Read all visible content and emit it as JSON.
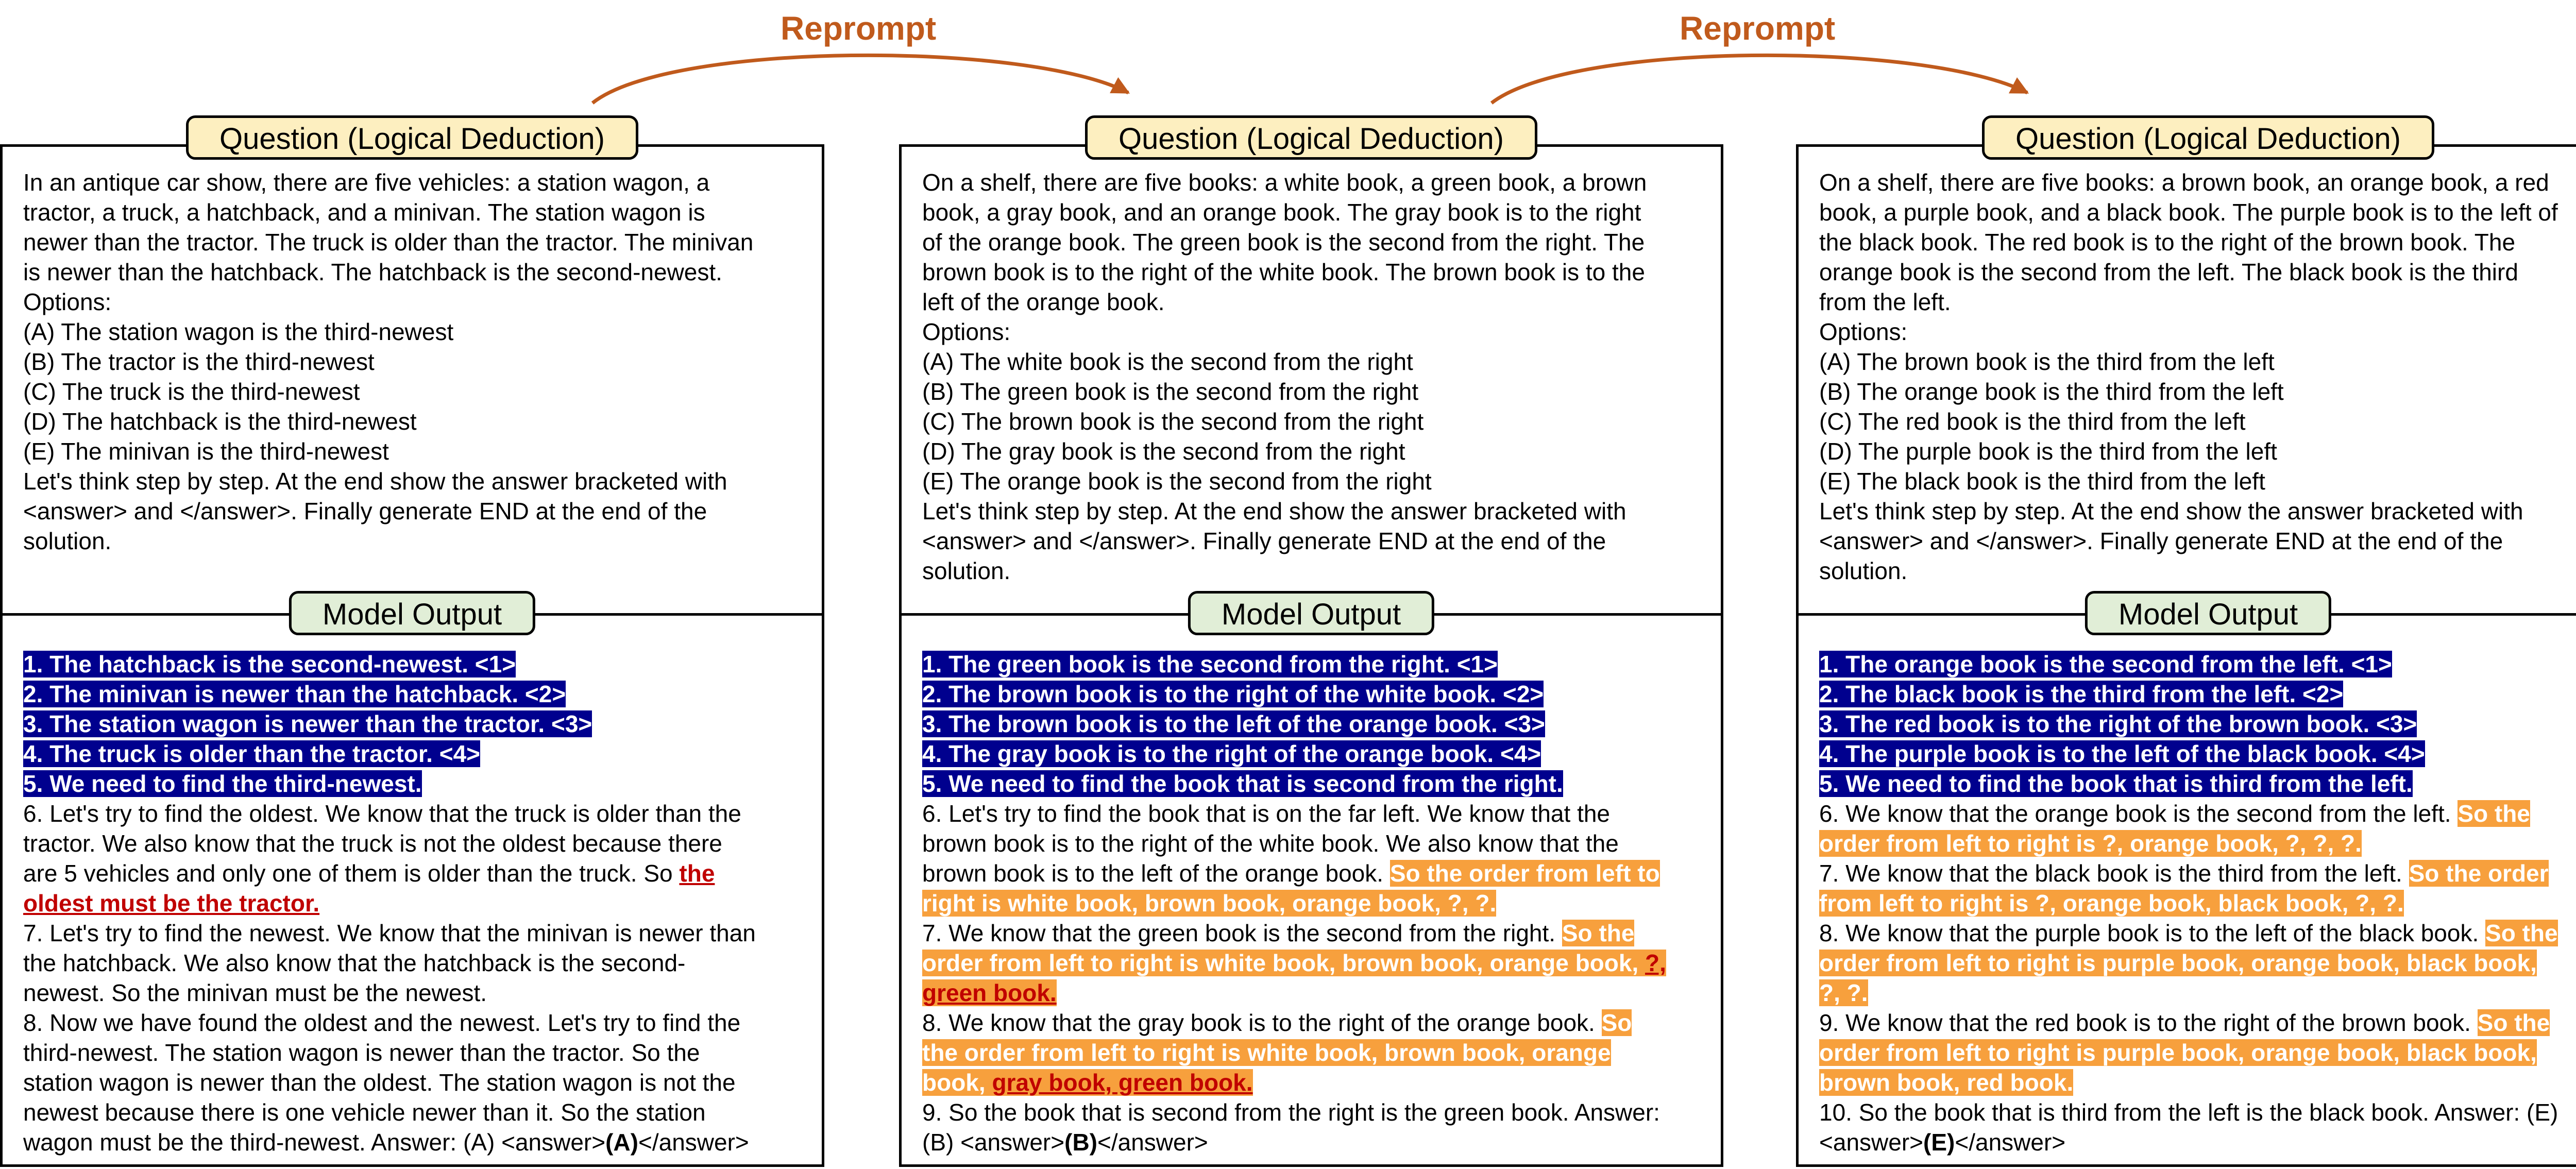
{
  "reprompt_labels": [
    "Reprompt",
    "Reprompt"
  ],
  "panels": [
    {
      "question_label": "Question (Logical Deduction)",
      "output_label": "Model Output",
      "question_lines": [
        "In an antique car show, there are five vehicles: a station wagon, a",
        "tractor, a truck, a hatchback, and a minivan. The station wagon is",
        "newer than the tractor. The truck is older than the tractor. The minivan",
        "is newer than the hatchback. The hatchback is the second-newest.",
        "Options:",
        "(A) The station wagon is the third-newest",
        "(B) The tractor is the third-newest",
        "(C) The truck is the third-newest",
        "(D) The hatchback is the third-newest",
        "(E) The minivan is the third-newest",
        "Let's think step by step. At the end show the answer bracketed with",
        "<answer> and </answer>. Finally generate END at the end of the",
        "solution."
      ],
      "output_lines": [
        [
          {
            "t": "1. The hatchback is the second-newest. <1>",
            "s": "hl"
          }
        ],
        [
          {
            "t": "2. The minivan is newer than the hatchback. <2>",
            "s": "hl"
          }
        ],
        [
          {
            "t": "3. The station wagon is newer than the tractor. <3>",
            "s": "hl"
          }
        ],
        [
          {
            "t": "4. The truck is older than the tractor. <4>",
            "s": "hl"
          }
        ],
        [
          {
            "t": "5. We need to find the third-newest.",
            "s": "hl"
          }
        ],
        [
          {
            "t": "6. Let's try to find the oldest. We know that the truck is older than the"
          }
        ],
        [
          {
            "t": "tractor. We also know that the truck is not the oldest because there"
          }
        ],
        [
          {
            "t": "are 5 vehicles and only one of them is older than the truck. So "
          },
          {
            "t": "the",
            "s": "err"
          }
        ],
        [
          {
            "t": "oldest must be the tractor.",
            "s": "err"
          }
        ],
        [
          {
            "t": "7. Let's try to find the newest. We know that the minivan is newer than"
          }
        ],
        [
          {
            "t": "the hatchback. We also know that the hatchback is the second-"
          }
        ],
        [
          {
            "t": "newest. So the minivan must be the newest."
          }
        ],
        [
          {
            "t": "8. Now we have found the oldest and the newest. Let's try to find the"
          }
        ],
        [
          {
            "t": "third-newest. The station wagon is newer than the tractor. So the"
          }
        ],
        [
          {
            "t": "station wagon is newer than the oldest. The station wagon is not the"
          }
        ],
        [
          {
            "t": "newest because there is one vehicle newer than it. So the station"
          }
        ],
        [
          {
            "t": "wagon must be the third-newest. Answer: (A) <answer>"
          },
          {
            "t": "(A)",
            "s": "b"
          },
          {
            "t": "</answer>"
          }
        ]
      ]
    },
    {
      "question_label": "Question (Logical Deduction)",
      "output_label": "Model Output",
      "question_lines": [
        "On a shelf, there are five books: a white book, a green book, a brown",
        "book, a gray book, and an orange book. The gray book is to the right",
        "of the orange book. The green book is the second from the right. The",
        "brown book is to the right of the white book. The brown book is to the",
        "left of the orange book.",
        "Options:",
        "(A) The white book is the second from the right",
        "(B) The green book is the second from the right",
        "(C) The brown book is the second from the right",
        "(D) The gray book is the second from the right",
        "(E) The orange book is the second from the right",
        "Let's think step by step. At the end show the answer bracketed with",
        "<answer> and </answer>. Finally generate END at the end of the",
        "solution."
      ],
      "output_lines": [
        [
          {
            "t": "1. The green book is the second from the right. <1>",
            "s": "hl"
          }
        ],
        [
          {
            "t": "2. The brown book is to the right of the white book. <2>",
            "s": "hl"
          }
        ],
        [
          {
            "t": "3. The brown book is to the left of the orange book. <3>",
            "s": "hl"
          }
        ],
        [
          {
            "t": "4. The gray book is to the right of the orange book. <4>",
            "s": "hl"
          }
        ],
        [
          {
            "t": "5. We need to find the book that is second from the right.",
            "s": "hl"
          }
        ],
        [
          {
            "t": "6. Let's try to find the book that is on the far left. We know that the"
          }
        ],
        [
          {
            "t": "brown book is to the right of the white book. We also know that the"
          }
        ],
        [
          {
            "t": "brown book is to the left of the orange book. "
          },
          {
            "t": "So the order from left to",
            "s": "or"
          }
        ],
        [
          {
            "t": "right is white book, brown book, orange book, ?, ?.",
            "s": "or"
          }
        ],
        [
          {
            "t": "7. We know that the green book is the second from the right. "
          },
          {
            "t": "So the",
            "s": "or"
          }
        ],
        [
          {
            "t": "order from left to right is white book, brown book, orange book, ",
            "s": "or"
          },
          {
            "t": "?,",
            "s": "or err"
          }
        ],
        [
          {
            "t": "green book.",
            "s": "or err"
          }
        ],
        [
          {
            "t": "8. We know that the gray book is to the right of the orange book. "
          },
          {
            "t": "So",
            "s": "or"
          }
        ],
        [
          {
            "t": "the order from left to right is white book, brown book, orange",
            "s": "or"
          }
        ],
        [
          {
            "t": "book, ",
            "s": "or"
          },
          {
            "t": "gray book, green book.",
            "s": "or err"
          }
        ],
        [
          {
            "t": "9. So the book that is second from the right is the green book. Answer:"
          }
        ],
        [
          {
            "t": "(B) <answer>"
          },
          {
            "t": "(B)",
            "s": "b"
          },
          {
            "t": "</answer>"
          }
        ]
      ]
    },
    {
      "question_label": "Question (Logical Deduction)",
      "output_label": "Model Output",
      "question_lines": [
        "On a shelf, there are five books: a brown book, an orange book, a red",
        "book, a purple book, and a black book. The purple book is to the left of",
        "the black book. The red book is to the right of the brown book. The",
        "orange book is the second from the left. The black book is the third",
        "from the left.",
        "Options:",
        "(A) The brown book is the third from the left",
        "(B) The orange book is the third from the left",
        "(C) The red book is the third from the left",
        "(D) The purple book is the third from the left",
        "(E) The black book is the third from the left",
        "Let's think step by step. At the end show the answer bracketed with",
        "<answer> and </answer>. Finally generate END at the end of the",
        "solution."
      ],
      "output_lines": [
        [
          {
            "t": "1. The orange book is the second from the left. <1>",
            "s": "hl"
          }
        ],
        [
          {
            "t": "2. The black book is the third from the left. <2>",
            "s": "hl"
          }
        ],
        [
          {
            "t": "3. The red book is to the right of the brown book. <3>",
            "s": "hl"
          }
        ],
        [
          {
            "t": "4. The purple book is to the left of the black book. <4>",
            "s": "hl"
          }
        ],
        [
          {
            "t": "5. We need to find the book that is third from the left.",
            "s": "hl"
          }
        ],
        [
          {
            "t": "6. We know that the orange book is the second from the left. "
          },
          {
            "t": "So the",
            "s": "or"
          }
        ],
        [
          {
            "t": "order from left to right is ?, orange book, ?, ?, ?.",
            "s": "or"
          }
        ],
        [
          {
            "t": "7. We know that the black book is the third from the left. "
          },
          {
            "t": "So the order",
            "s": "or"
          }
        ],
        [
          {
            "t": "from left to right is ?, orange book, black book, ?, ?.",
            "s": "or"
          }
        ],
        [
          {
            "t": "8. We know that the purple book is to the left of the black book. "
          },
          {
            "t": "So the",
            "s": "or"
          }
        ],
        [
          {
            "t": "order from left to right is purple book, orange book, black book,",
            "s": "or"
          }
        ],
        [
          {
            "t": "?, ?.",
            "s": "or"
          }
        ],
        [
          {
            "t": "9. We know that the red book is to the right of the brown book. "
          },
          {
            "t": "So the",
            "s": "or"
          }
        ],
        [
          {
            "t": "order from left to right is purple book, orange book, black book,",
            "s": "or"
          }
        ],
        [
          {
            "t": "brown book, red book.",
            "s": "or"
          }
        ],
        [
          {
            "t": "10. So the book that is third from the left is the black book. Answer: (E)"
          }
        ],
        [
          {
            "t": "<answer>"
          },
          {
            "t": "(E)",
            "s": "b"
          },
          {
            "t": "</answer>"
          }
        ]
      ]
    }
  ]
}
